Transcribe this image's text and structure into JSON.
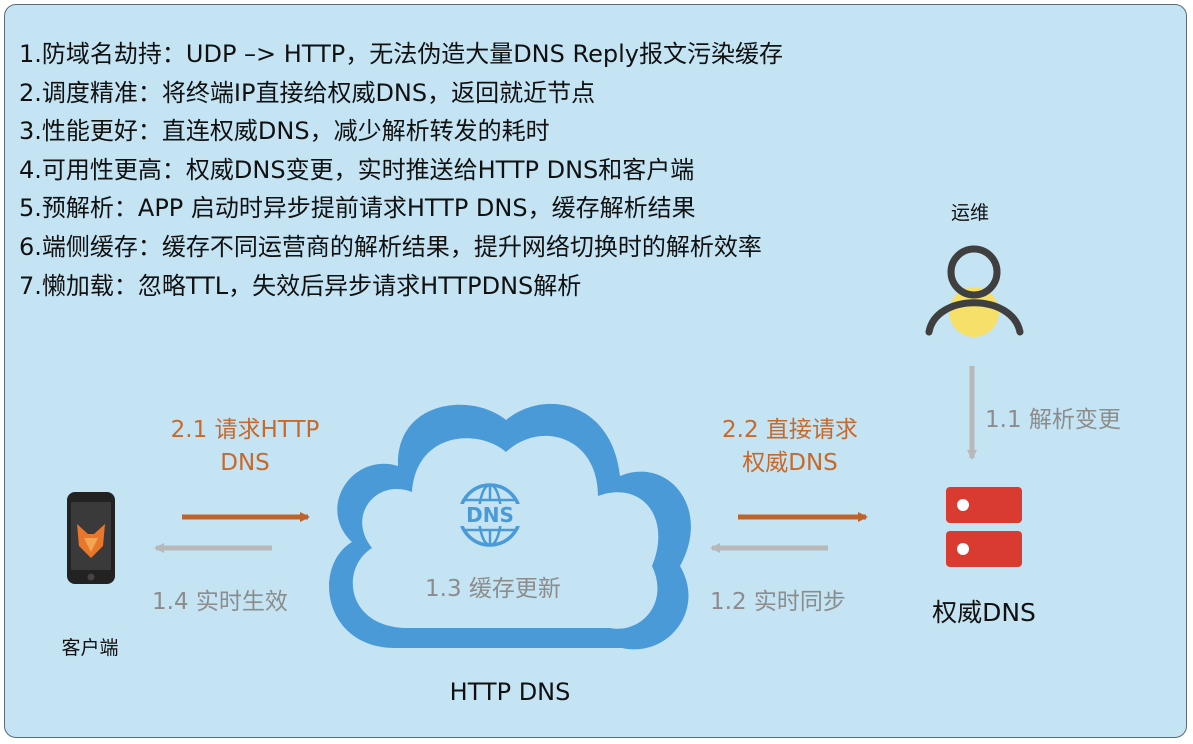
{
  "features": [
    "1.防域名劫持：UDP –> HTTP，无法伪造大量DNS Reply报文污染缓存",
    "2.调度精准：将终端IP直接给权威DNS，返回就近节点",
    "3.性能更好：直连权威DNS，减少解析转发的耗时",
    "4.可用性更高：权威DNS变更，实时推送给HTTP DNS和客户端",
    "5.预解析：APP 启动时异步提前请求HTTP DNS，缓存解析结果",
    "6.端侧缓存：缓存不同运营商的解析结果，提升网络切换时的解析效率",
    "7.懒加载：忽略TTL，失效后异步请求HTTPDNS解析"
  ],
  "nodes": {
    "ops": "运维",
    "client": "客户端",
    "httpdns": "HTTP DNS",
    "authdns": "权威DNS",
    "dns_logo": "DNS"
  },
  "flows": {
    "f11": "1.1 解析变更",
    "f12": "1.2 实时同步",
    "f13": "1.3 缓存更新",
    "f14": "1.4 实时生效",
    "f21_line1": "2.1 请求HTTP",
    "f21_line2": "DNS",
    "f22_line1": "2.2 直接请求",
    "f22_line2": "权威DNS"
  },
  "colors": {
    "background": "#c4e4f4",
    "cloud": "#4a9ad8",
    "request_arrow": "#c0632a",
    "sync_arrow": "#b8b8b8",
    "server": "#d93b30",
    "person_head": "#f6e06a"
  }
}
